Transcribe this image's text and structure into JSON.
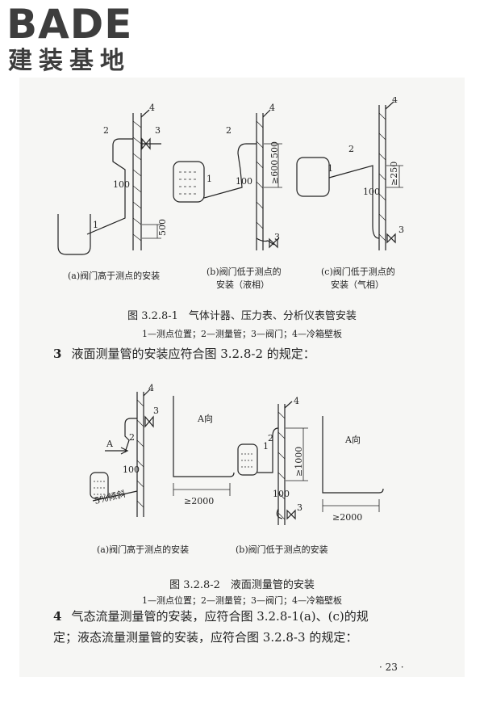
{
  "logo": {
    "brand": "BADE",
    "subtitle": "建装基地"
  },
  "figure1": {
    "panels": [
      {
        "caption": "(a)阀门高于测点的安装"
      },
      {
        "caption_line1": "(b)阀门低于测点的",
        "caption_line2": "安装（液相）"
      },
      {
        "caption_line1": "(c)阀门低于测点的",
        "caption_line2": "安装（气相）"
      }
    ],
    "labels": {
      "n1": "1",
      "n2": "2",
      "n3": "3",
      "n4": "4",
      "d100": "100",
      "d500": "500",
      "d600": "≥600",
      "d250": "≥250"
    },
    "caption": "图 3.2.8-1　气体计器、压力表、分析仪表管安装",
    "legend": "1—测点位置；2—测量管；3—阀门；4—冷箱壁板"
  },
  "item3": {
    "number": "3",
    "text": "液面测量管的安装应符合图 3.2.8-2 的规定："
  },
  "figure2": {
    "panels": [
      {
        "caption": "(a)阀门高于测点的安装"
      },
      {
        "caption": "(b)阀门低于测点的安装"
      }
    ],
    "labels": {
      "arrow_a": "A",
      "view_a": "A向",
      "slope": "5%倾斜",
      "d100": "100",
      "d1000": "≥1000",
      "d2000": "≥2000"
    },
    "caption": "图 3.2.8-2　液面测量管的安装",
    "legend": "1—测点位置；2—测量管；3—阀门；4—冷箱壁板"
  },
  "item4": {
    "number": "4",
    "line1": "气态流量测量管的安装，应符合图 3.2.8-1(a)、(c)的规",
    "line2": "定；液态流量测量管的安装，应符合图 3.2.8-3 的规定："
  },
  "page_number": "· 23 ·"
}
